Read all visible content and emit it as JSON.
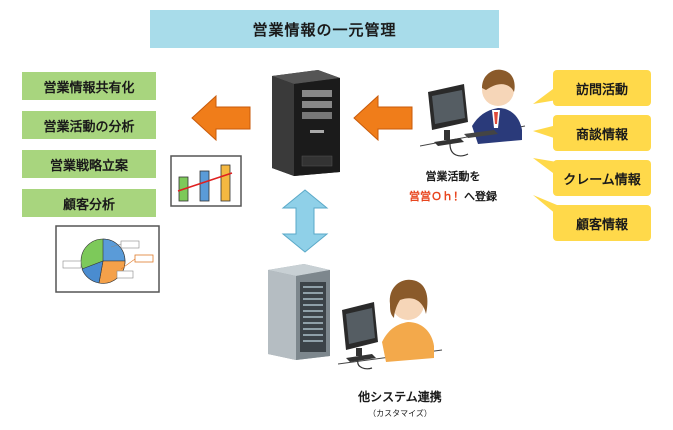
{
  "title": "営業情報の一元管理",
  "left_items": [
    "営業情報共有化",
    "営業活動の分析",
    "営業戦略立案",
    "顧客分析"
  ],
  "right_items": [
    "訪問活動",
    "商談情報",
    "クレーム情報",
    "顧客情報"
  ],
  "caption_register": {
    "line1": "営業活動を",
    "brand": "営営Ｏｈ！",
    "suffix": "へ登録"
  },
  "caption_other": {
    "main": "他システム連携",
    "sub": "（カスタマイズ）"
  },
  "colors": {
    "title_bg": "#a8dcea",
    "green": "#a8d57e",
    "yellow": "#ffd94a",
    "orange_arrow": "#f07d1a",
    "blue_arrow": "#8fd0e8",
    "brand_red": "#e8461f"
  }
}
